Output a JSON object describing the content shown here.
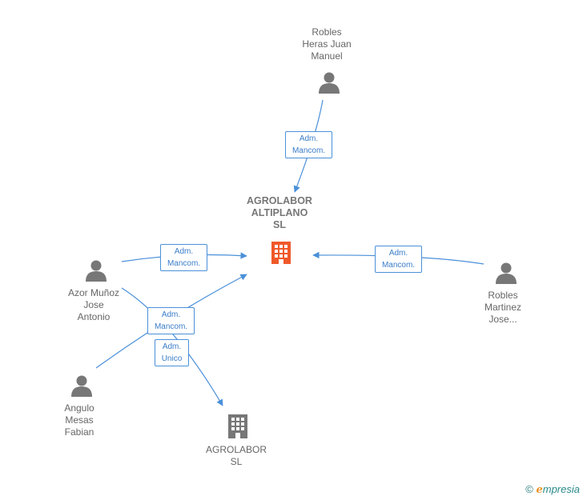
{
  "nodes": {
    "robles_heras": {
      "label": "Robles\nHeras Juan\nManuel"
    },
    "azor": {
      "label": "Azor Muñoz\nJose\nAntonio"
    },
    "robles_martinez": {
      "label": "Robles\nMartinez\nJose..."
    },
    "angulo": {
      "label": "Angulo\nMesas\nFabian"
    },
    "agrolabor_altiplano": {
      "label": "AGROLABOR\nALTIPLANO\nSL"
    },
    "agrolabor": {
      "label": "AGROLABOR\nSL"
    }
  },
  "roles": {
    "robles_heras_role": "Adm.\nMancom.",
    "azor_role": "Adm.\nMancom.",
    "robles_martinez_role": "Adm.\nMancom.",
    "angulo_role_1": "Adm.\nMancom.",
    "angulo_role_2": "Adm.\nUnico"
  },
  "colors": {
    "person_icon": "#777777",
    "main_company_icon": "#f0592a",
    "company_icon": "#777777",
    "edge": "#4a90d9"
  },
  "brand": {
    "copyright": "©",
    "e": "e",
    "rest": "mpresia"
  }
}
